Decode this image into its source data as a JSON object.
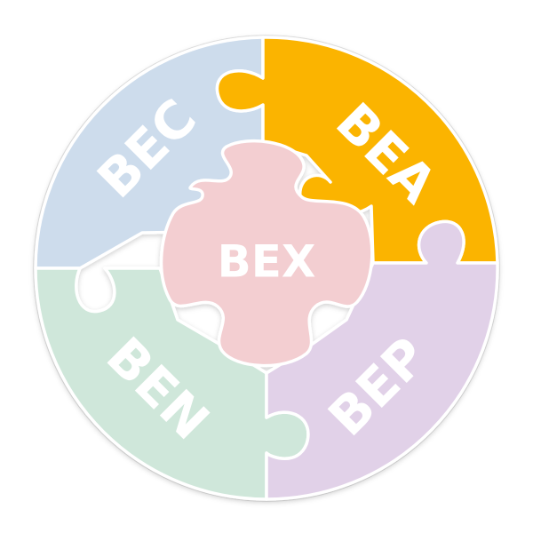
{
  "pieces": [
    {
      "id": "bec",
      "label": "BEC",
      "color": "#cddcec"
    },
    {
      "id": "bea",
      "label": "BEA",
      "color": "#fbb400"
    },
    {
      "id": "ben",
      "label": "BEN",
      "color": "#cfe7da"
    },
    {
      "id": "bep",
      "label": "BEP",
      "color": "#e1d1e8"
    },
    {
      "id": "bex",
      "label": "BEX",
      "color": "#f3ced1"
    }
  ],
  "colors": {
    "outline": "#ffffff",
    "rim": "#e2e2e2",
    "label": "#ffffff"
  }
}
